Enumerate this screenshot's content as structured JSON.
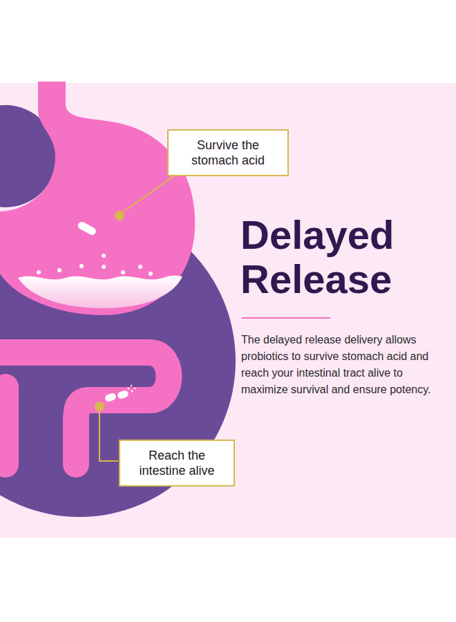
{
  "diagram": {
    "title": "Delayed Release",
    "nodes": [
      {
        "text": [
          "Survive the stomach acid"
        ]
      },
      {
        "text": [
          "Reach the intestine alive"
        ]
      }
    ],
    "labels": [
      "The delayed release delivery allows probiotics to survive stomach acid and reach your intestinal tract alive to maximize survival and ensure potency."
    ]
  }
}
